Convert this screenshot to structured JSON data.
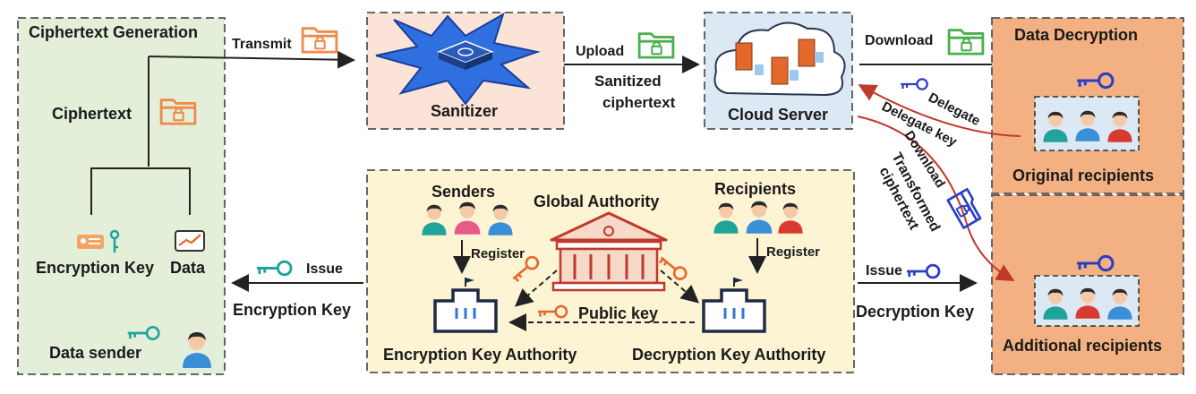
{
  "panels": {
    "generation_title": "Ciphertext Generation",
    "ciphertext_label": "Ciphertext",
    "encryption_key_label": "Encryption Key",
    "data_label": "Data",
    "data_sender_label": "Data sender",
    "sanitizer_label": "Sanitizer",
    "cloud_server_label": "Cloud Server",
    "decryption_title": "Data Decryption",
    "original_recipients_label": "Original recipients",
    "additional_recipients_label": "Additional recipients"
  },
  "arrows": {
    "transmit": "Transmit",
    "upload": "Upload",
    "sanitized_line1": "Sanitized",
    "sanitized_line2": "ciphertext",
    "download_top": "Download",
    "delegate": "Delegate",
    "delegate_key": "Delegate key",
    "download_diag": "Download",
    "transformed": "Transformed",
    "ciphertext_diag": "ciphertext",
    "issue_left": "Issue",
    "encryption_key_out": "Encryption Key",
    "issue_right": "Issue",
    "decryption_key_out": "Decryption Key"
  },
  "authority": {
    "senders": "Senders",
    "recipients": "Recipients",
    "global_authority": "Global Authority",
    "register_left": "Register",
    "register_right": "Register",
    "public_key": "Public key",
    "eka": "Encryption Key Authority",
    "dka": "Decryption Key Authority"
  },
  "colors": {
    "green_panel": "#e3efd9",
    "pink_panel": "#fbe3d8",
    "blue_panel": "#dde8f5",
    "orange_panel": "#f3b183",
    "yellow_panel": "#fdf4d4",
    "folder_orange": "#f08a4b",
    "folder_green": "#4caf50",
    "key_teal": "#1fa39a",
    "key_orange": "#e4682b",
    "key_blue": "#2b3fc4",
    "delegate_red": "#c0392b"
  }
}
